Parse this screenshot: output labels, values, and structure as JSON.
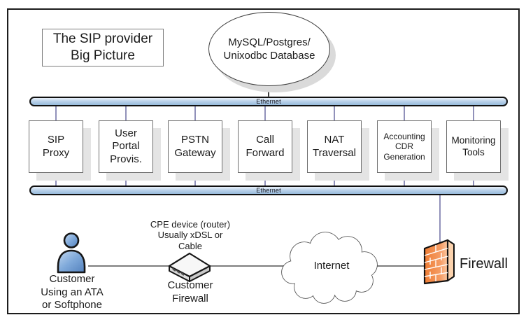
{
  "title": {
    "text": "The SIP provider\nBig Picture"
  },
  "database": {
    "label": "MySQL/Postgres/\nUnixodbc Database"
  },
  "networks": {
    "top": {
      "label": "Ethernet"
    },
    "bottom": {
      "label": "Ethernet"
    }
  },
  "servers": [
    {
      "label": "SIP\nProxy"
    },
    {
      "label": "User\nPortal\nProvis."
    },
    {
      "label": "PSTN\nGateway"
    },
    {
      "label": "Call\nForward"
    },
    {
      "label": "NAT\nTraversal"
    },
    {
      "label": "Accounting\nCDR\nGeneration"
    },
    {
      "label": "Monitoring\nTools"
    }
  ],
  "customer": {
    "caption": "Customer\nUsing an ATA\nor Softphone"
  },
  "cpe": {
    "caption_above": "CPE device (router)\nUsually xDSL or\nCable",
    "caption_below": "Customer\nFirewall"
  },
  "internet": {
    "label": "Internet"
  },
  "firewall": {
    "label": "Firewall"
  },
  "icons": {
    "person": "customer-person-icon",
    "router": "cpe-router-icon",
    "cloud": "internet-cloud-icon",
    "firewall": "firewall-brick-icon"
  },
  "colors": {
    "ethernet_bar": "#aecbe7",
    "connector": "#9191ba",
    "person_blue": "#6f9cd1",
    "firewall_orange": "#f08a45",
    "box_shadow": "#e4e4e4"
  }
}
